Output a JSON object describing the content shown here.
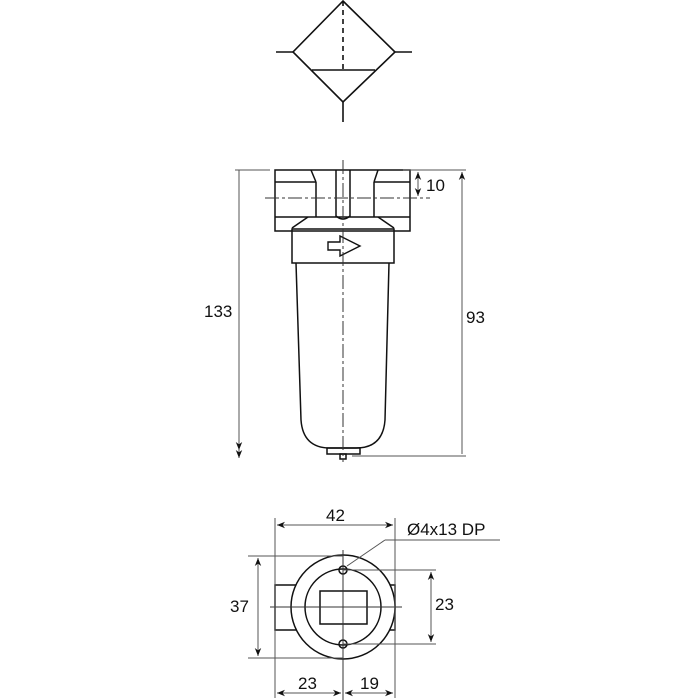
{
  "drawing": {
    "symbol": "filter-with-drain-symbol",
    "side_view": {
      "dim_overall_height": "133",
      "dim_port_offset": "10",
      "dim_body_height": "93",
      "flow_arrow": "right-arrow"
    },
    "bottom_view": {
      "dim_width": "42",
      "dim_hole_note": "Ø4x13 DP",
      "dim_depth": "37",
      "dim_hole_spacing": "23",
      "dim_left_offset": "23",
      "dim_right_offset": "19"
    },
    "colors": {
      "line": "#111111",
      "dim_line": "#555555",
      "background": "#ffffff"
    }
  }
}
